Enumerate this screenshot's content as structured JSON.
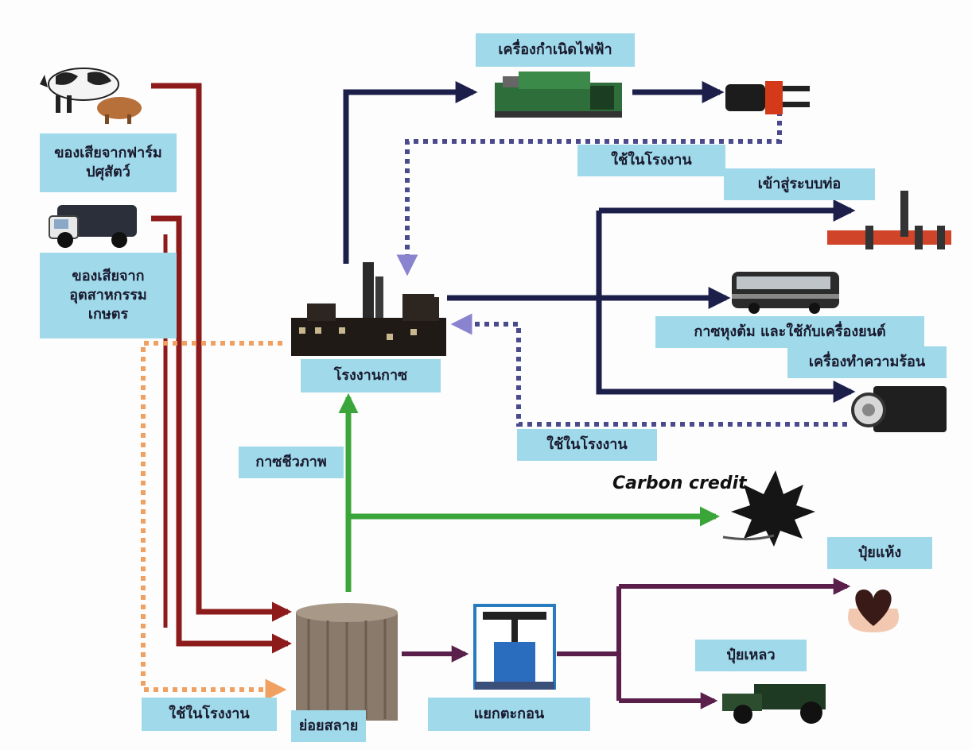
{
  "labels": {
    "generator": "เครื่องกำเนิดไฟฟ้า",
    "used_in_plant_top": "ใช้ในโรงงาน",
    "pipeline": "เข้าสู่ระบบท่อ",
    "cooking_engine": "กาซหุงต้ม และใช้กับเครื่องยนต์",
    "heater": "เครื่องทำความร้อน",
    "used_in_plant_mid": "ใช้ในโรงงาน",
    "gas_plant": "โรงงานกาซ",
    "biogas": "กาซชีวภาพ",
    "carbon_credit": "Carbon credit",
    "dry_fertilizer": "ปุ๋ยแห้ง",
    "liquid_fertilizer": "ปุ๋ยเหลว",
    "separate": "แยกตะกอน",
    "digest": "ย่อยสลาย",
    "used_in_plant_bottom": "ใช้ในโรงงาน",
    "farm_waste_1": "ของเสียจากฟาร์ม",
    "farm_waste_2": "ปศุสัตว์",
    "ind_waste_1": "ของเสียจาก",
    "ind_waste_2": "อุตสาหกรรม",
    "ind_waste_3": "เกษตร"
  },
  "colors": {
    "label_bg": "#9fd9ea",
    "navy_arrow": "#1c1f4a",
    "red_arrow": "#8e1b1b",
    "green_arrow": "#3aa63a",
    "purple_arrow": "#5a1f4a",
    "dotted_purple": "#4a4a8c",
    "dotted_orange": "#f0a060"
  },
  "icons": [
    "cow-pig-icon",
    "garbage-truck-icon",
    "generator-icon",
    "plug-icon",
    "pipe-icon",
    "bus-icon",
    "boiler-icon",
    "factory-icon",
    "leaf-icon",
    "digester-tank-icon",
    "press-icon",
    "hands-heart-icon",
    "tractor-icon"
  ]
}
